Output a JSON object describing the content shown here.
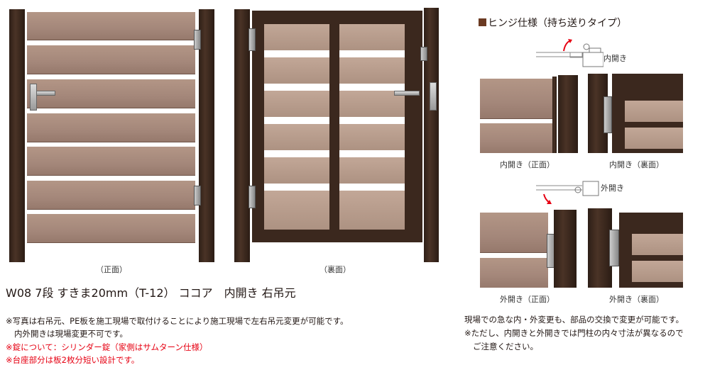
{
  "front_caption": "（正面）",
  "back_caption": "（裏面）",
  "product_title": "W08 7段 すきま20mm（T-12） ココア　内開き 右吊元",
  "notes": [
    "※写真は右吊元、PE板を施工現場で取付けることにより施工現場で左右吊元変更が可能です。",
    "内外開きは現場変更不可です。",
    "※錠について：シリンダー錠（家側はサムターン仕様）",
    "※台座部分は板2枚分短い設計です。"
  ],
  "hinge_section": {
    "heading": "ヒンジ仕様（持ち送りタイプ）",
    "inward_label": "内開き",
    "outward_label": "外開き",
    "captions": [
      "内開き（正面）",
      "内開き（裏面）",
      "外開き（正面）",
      "外開き（裏面）"
    ],
    "notes": [
      "現場での急な内・外変更も、部品の交換で変更が可能です。",
      "※ただし、内開きと外開きでは門柱の内々寸法が異なるので",
      "ご注意ください。"
    ]
  },
  "colors": {
    "post": "#3b281e",
    "board": "#a78a7a",
    "accent_red": "#e60012",
    "heading_square": "#6b3a22"
  }
}
